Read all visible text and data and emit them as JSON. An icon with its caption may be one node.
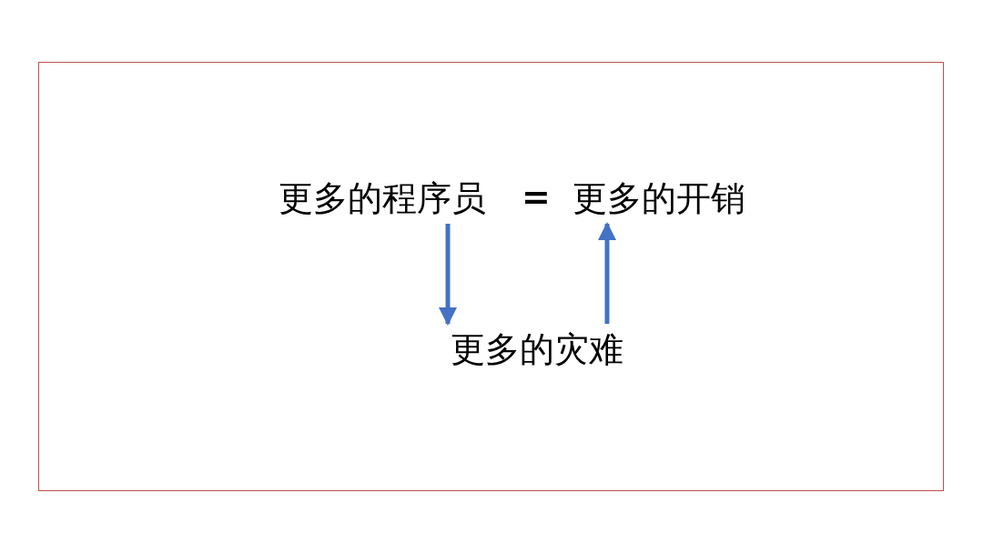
{
  "diagram": {
    "nodes": [
      {
        "text": [
          "更多的程序员"
        ]
      },
      {
        "text": [
          "更多的开销"
        ]
      },
      {
        "text": [
          "更多的灾难"
        ]
      }
    ],
    "edges": [
      {
        "from": 0,
        "to": 2,
        "arrow": "to"
      },
      {
        "from": 2,
        "to": 1,
        "arrow": "to"
      }
    ],
    "labels": [
      "="
    ]
  }
}
